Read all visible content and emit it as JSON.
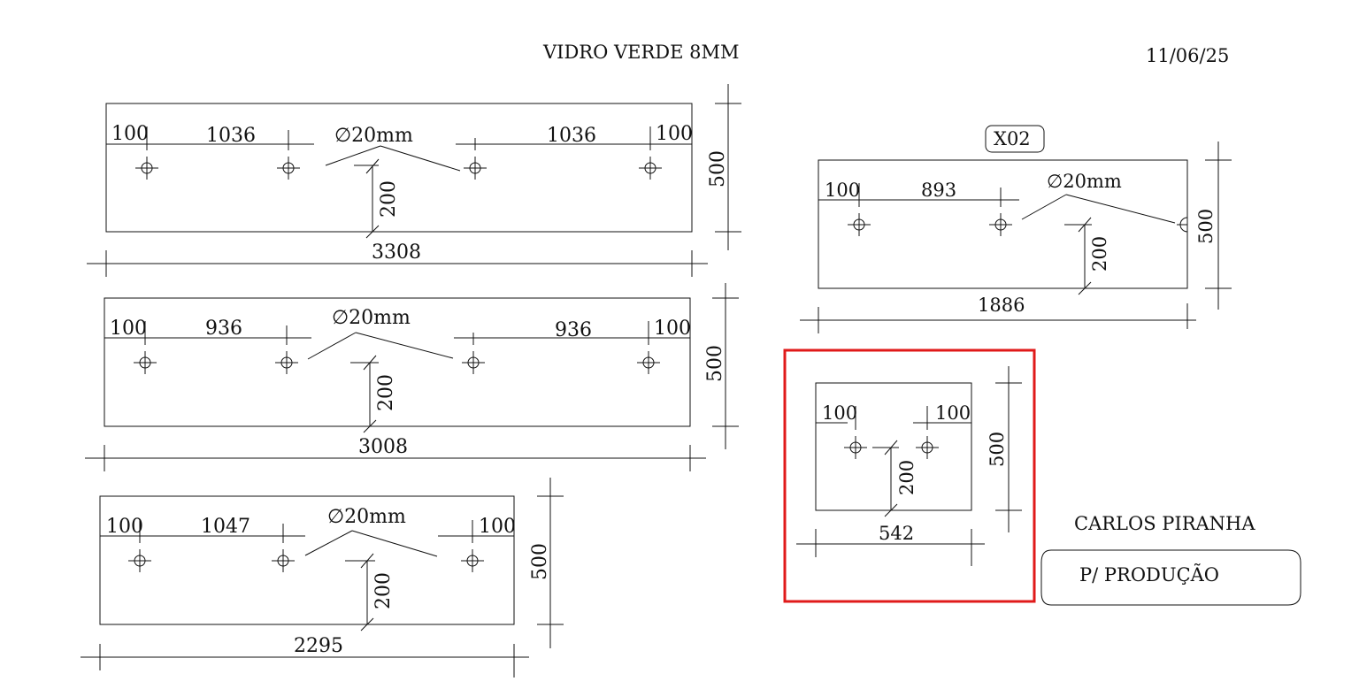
{
  "header": {
    "material": "VIDRO VERDE 8MM",
    "date": "11/06/25"
  },
  "panels": [
    {
      "edge_left": "100",
      "span_left": "1036",
      "hole": "∅20mm",
      "span_right": "1036",
      "edge_right": "100",
      "hole_offset": "200",
      "height": "500",
      "width": "3308"
    },
    {
      "edge_left": "100",
      "span_left": "936",
      "hole": "∅20mm",
      "span_right": "936",
      "edge_right": "100",
      "hole_offset": "200",
      "height": "500",
      "width": "3008"
    },
    {
      "edge_left": "100",
      "span_left": "1047",
      "hole": "∅20mm",
      "edge_right": "100",
      "hole_offset": "200",
      "height": "500",
      "width": "2295"
    },
    {
      "tag": "X02",
      "edge_left": "100",
      "span_left": "893",
      "hole": "∅20mm",
      "hole_offset": "200",
      "height": "500",
      "width": "1886"
    },
    {
      "edge_left": "100",
      "edge_right": "100",
      "hole_offset": "200",
      "height": "500",
      "width": "542"
    }
  ],
  "client": "CARLOS PIRANHA",
  "status": "P/ PRODUÇÃO",
  "colors": {
    "line": "#111111",
    "highlight": "#e01a1a"
  }
}
